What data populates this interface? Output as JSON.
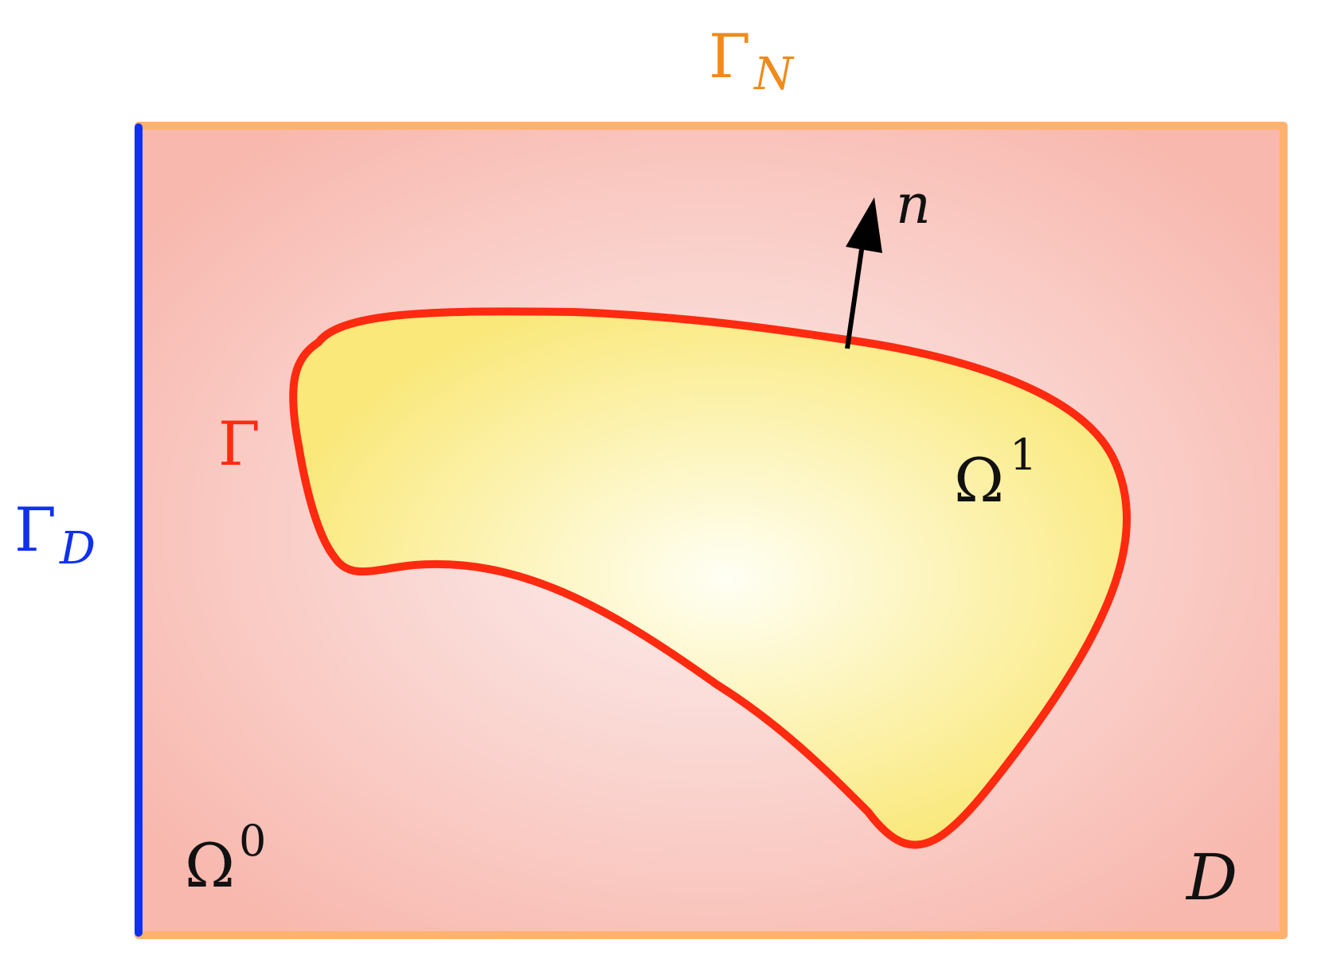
{
  "labels": {
    "gamma_n": {
      "main": "Γ",
      "sub": "N"
    },
    "gamma_d": {
      "main": "Γ",
      "sub": "D"
    },
    "gamma": "Γ",
    "normal": "n",
    "omega1": {
      "main": "Ω",
      "sup": "1"
    },
    "omega0": {
      "main": "Ω",
      "sup": "0"
    },
    "domain_d": "D"
  },
  "colors": {
    "neumann_boundary": "#FFB26E",
    "neumann_label": "#F08A1C",
    "dirichlet_boundary": "#1030F0",
    "interface": "#FF2A10",
    "outer_fill_center": "#FCEFEF",
    "outer_fill_edge": "#F8B8AE",
    "inner_fill_center": "#FFFFF4",
    "inner_fill_edge": "#FAE87A",
    "arrow": "#000000",
    "text": "#111111"
  }
}
